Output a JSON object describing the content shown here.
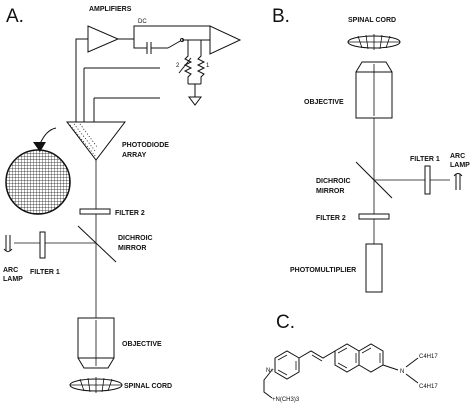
{
  "panels": {
    "a": {
      "letter": "A.",
      "amplifiers": "AMPLIFIERS",
      "dc": "DC",
      "resistor_2": "2",
      "resistor_1": "1",
      "photodiode_array": [
        "PHOTODIODE",
        "ARRAY"
      ],
      "filter_2": "FILTER 2",
      "dichroic_mirror": [
        "DICHROIC",
        "MIRROR"
      ],
      "arc_lamp": [
        "ARC",
        "LAMP"
      ],
      "filter_1": "FILTER 1",
      "objective": "OBJECTIVE",
      "spinal_cord": "SPINAL CORD"
    },
    "b": {
      "letter": "B.",
      "spinal_cord": "SPINAL CORD",
      "objective": "OBJECTIVE",
      "filter_1": "FILTER 1",
      "arc_lamp": [
        "ARC",
        "LAMP"
      ],
      "dichroic_mirror": [
        "DICHROIC",
        "MIRROR"
      ],
      "filter_2": "FILTER 2",
      "photomultiplier": "PHOTOMULTIPLIER"
    },
    "c": {
      "letter": "C.",
      "substituent_n_methyl": "+N(CH3)3",
      "substituent_alkyl_top": "C4H17",
      "substituent_alkyl_bottom": "C4H17",
      "amine_n": "N",
      "pyridinium_n": "N+"
    }
  }
}
